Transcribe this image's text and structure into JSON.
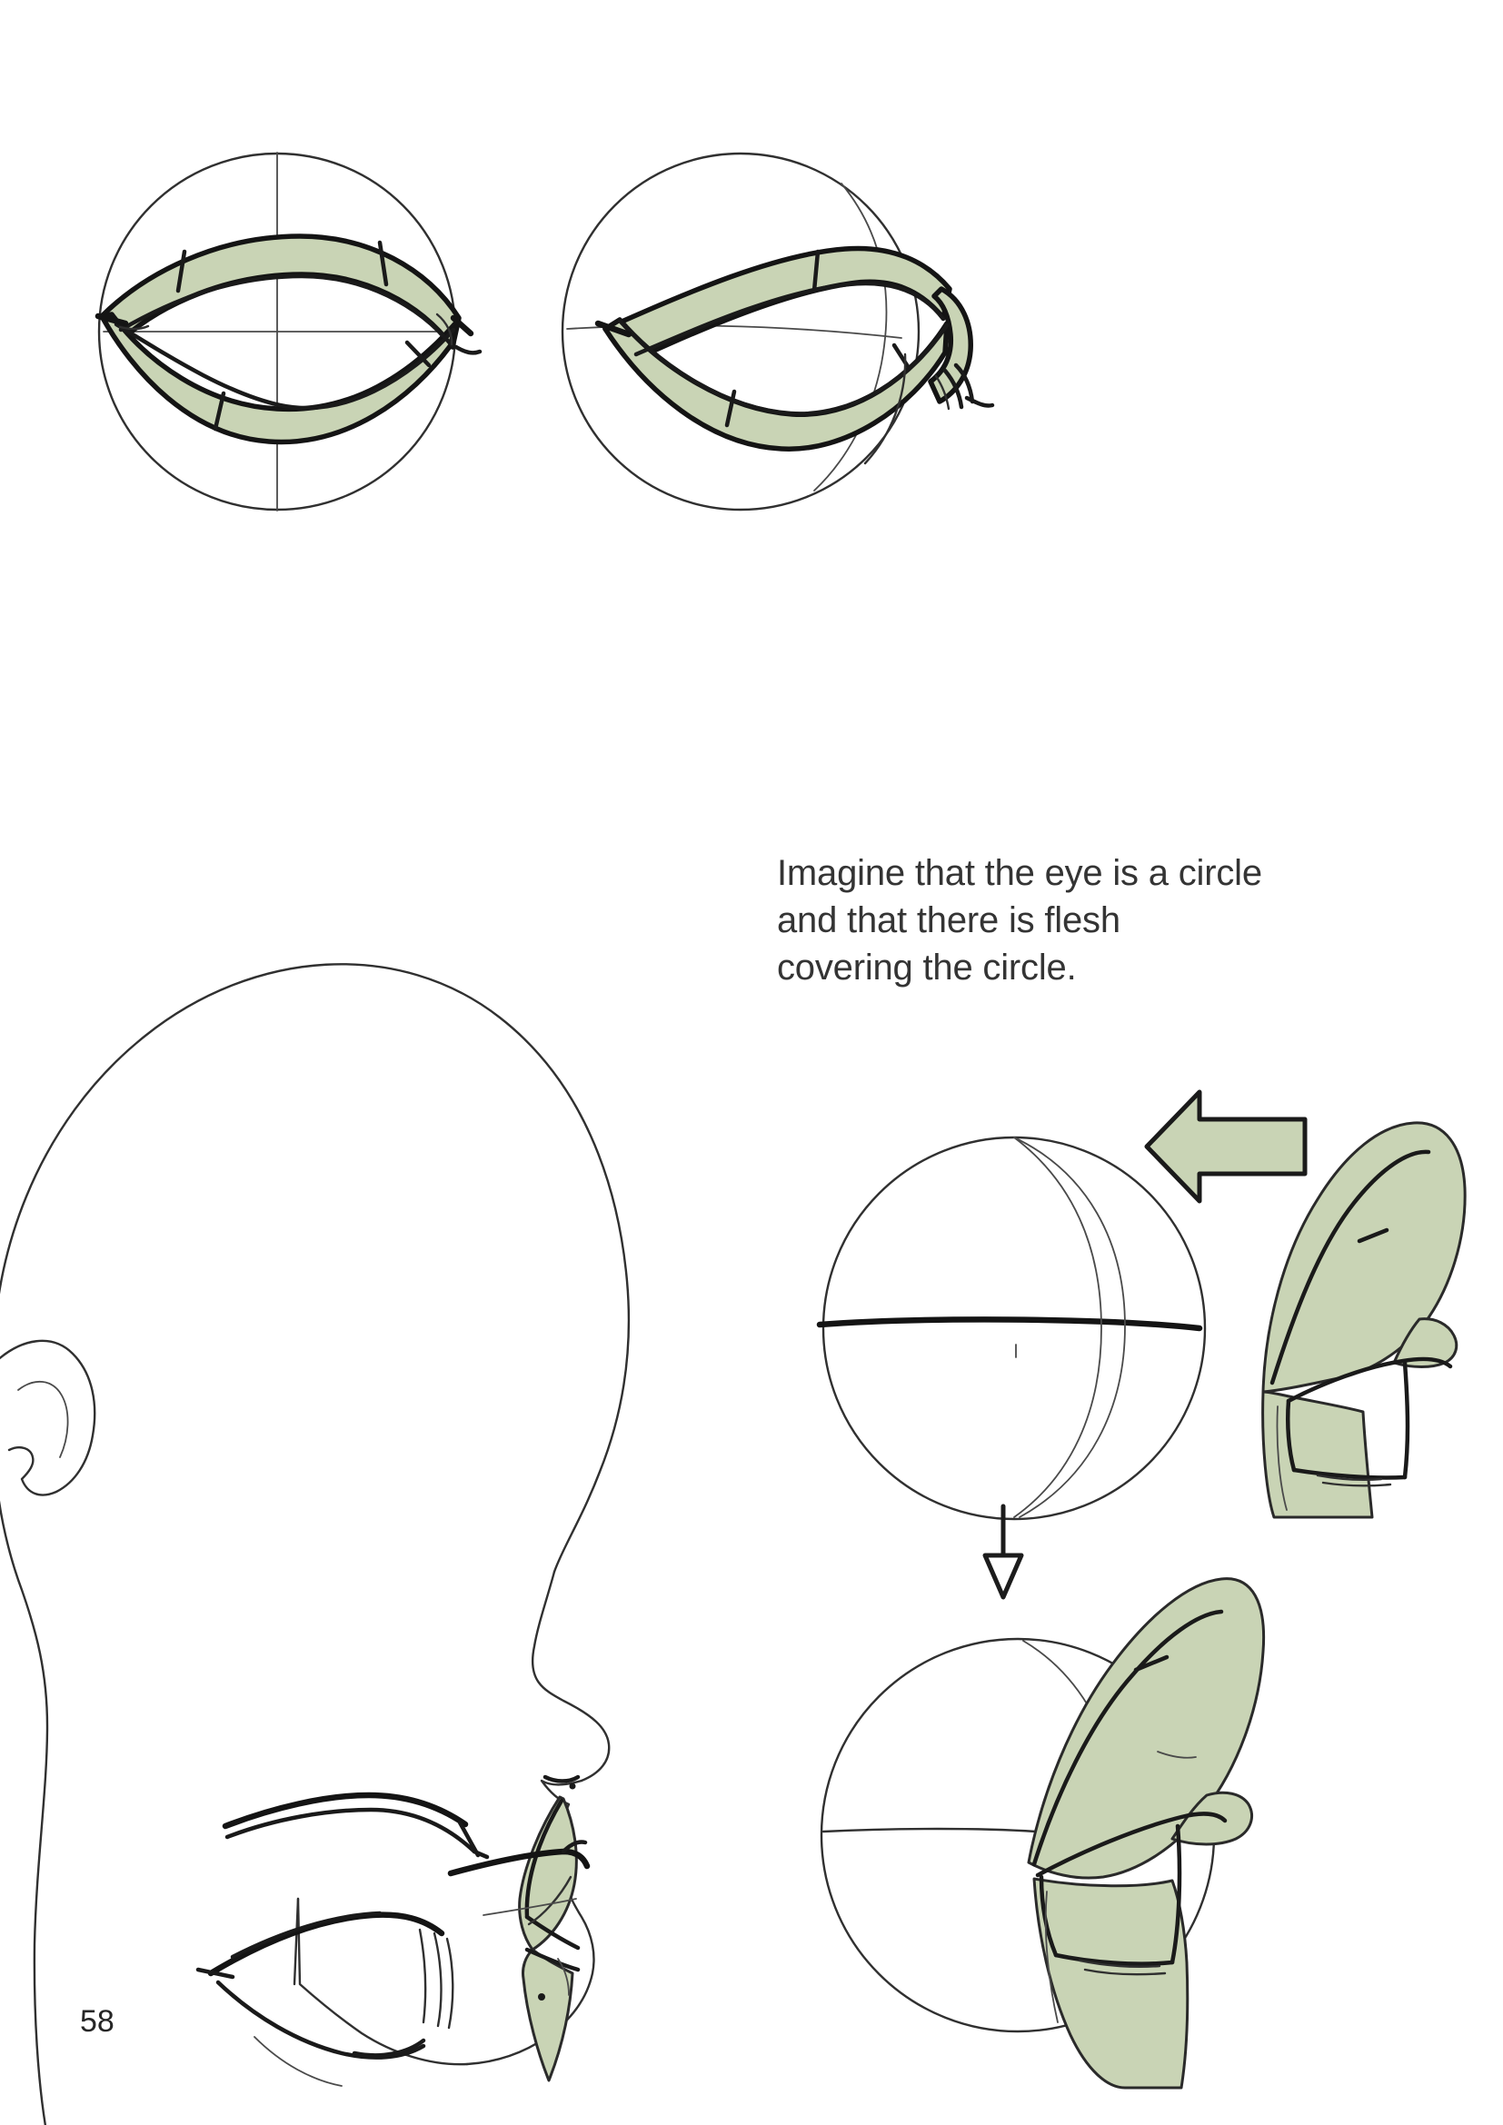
{
  "page": {
    "number": "58",
    "background_color": "#ffffff",
    "ink_color": "#1c1c1c",
    "flesh_color": "#c9d4b5"
  },
  "caption": {
    "text": "Imagine that the eye is a circle\nand that there is flesh\ncovering the circle."
  },
  "figures": [
    {
      "id": "eye-front",
      "name": "front-view-eye-on-sphere",
      "description": "Circle with a banded flesh form wrapping the eye opening, front view, with vertical and horizontal center axes."
    },
    {
      "id": "eye-three-quarter",
      "name": "three-quarter-view-eye-on-sphere",
      "description": "Circle with the flesh band wrapping the eye opening seen from a three-quarter angle."
    },
    {
      "id": "head-profile",
      "name": "head-profile-with-eye",
      "description": "Bald head in three-quarter profile showing the eyebrow, far eye and the near eye rendered as a green flesh wedge."
    },
    {
      "id": "sphere-separated",
      "name": "sphere-and-lid-separated",
      "description": "Sphere with equator line beside a detached flesh eyelid form; a large left-pointing arrow indicates the lid moves onto the sphere."
    },
    {
      "id": "sphere-assembled",
      "name": "sphere-and-lid-assembled",
      "description": "The same flesh eyelid form now wrapped onto the sphere."
    }
  ],
  "icons": {
    "arrow_left": "arrow-left-icon",
    "arrow_down": "arrow-down-icon"
  }
}
